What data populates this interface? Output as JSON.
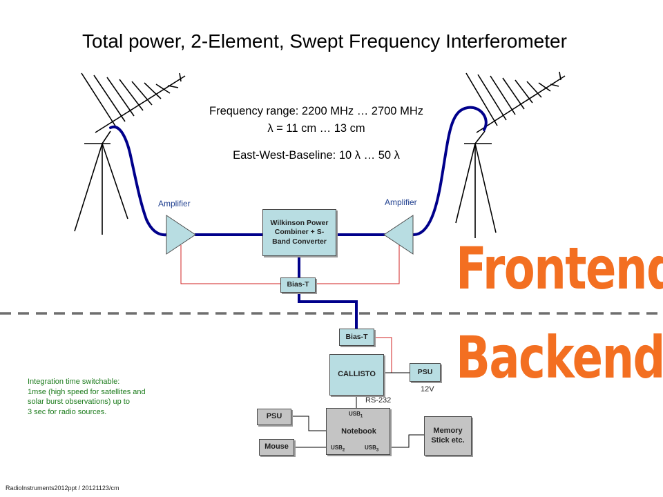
{
  "title": "Total power, 2-Element, Swept Frequency Interferometer",
  "info": {
    "frequency_range": "Frequency range: 2200 MHz … 2700 MHz",
    "wavelength": "λ = 11 cm … 13 cm",
    "baseline": "East-West-Baseline: 10 λ … 50 λ"
  },
  "amplifier_left": "Amplifier",
  "amplifier_right": "Amplifier",
  "combiner": "Wilkinson Power Combiner + S-Band Converter",
  "bias_t_frontend": "Bias-T",
  "bias_t_backend": "Bias-T",
  "callisto": "CALLISTO",
  "psu_right": "PSU",
  "psu_voltage": "12V",
  "rs232": "RS-232",
  "psu_left": "PSU",
  "notebook": "Notebook",
  "usb1": "USB",
  "usb1_sub": "1",
  "usb2": "USB",
  "usb2_sub": "2",
  "usb3": "USB",
  "usb3_sub": "3",
  "mouse": "Mouse",
  "memory_stick": "Memory Stick etc.",
  "frontend": "Frontend",
  "backend": "Backend",
  "integration_note": "Integration time switchable:\n1mse (high speed for satellites and\nsolar burst observations) up to\n3 sec for radio sources.",
  "footer": "RadioInstruments2012ppt / 20121123/cm",
  "colors": {
    "cable": "#00008b",
    "power_line": "#d02020",
    "box_fill": "#b8dde2",
    "grey_box_fill": "#c4c4c4",
    "section_label": "#f36f21",
    "note_text": "#1a7a1a",
    "amplifier_label": "#1f3f8f"
  }
}
